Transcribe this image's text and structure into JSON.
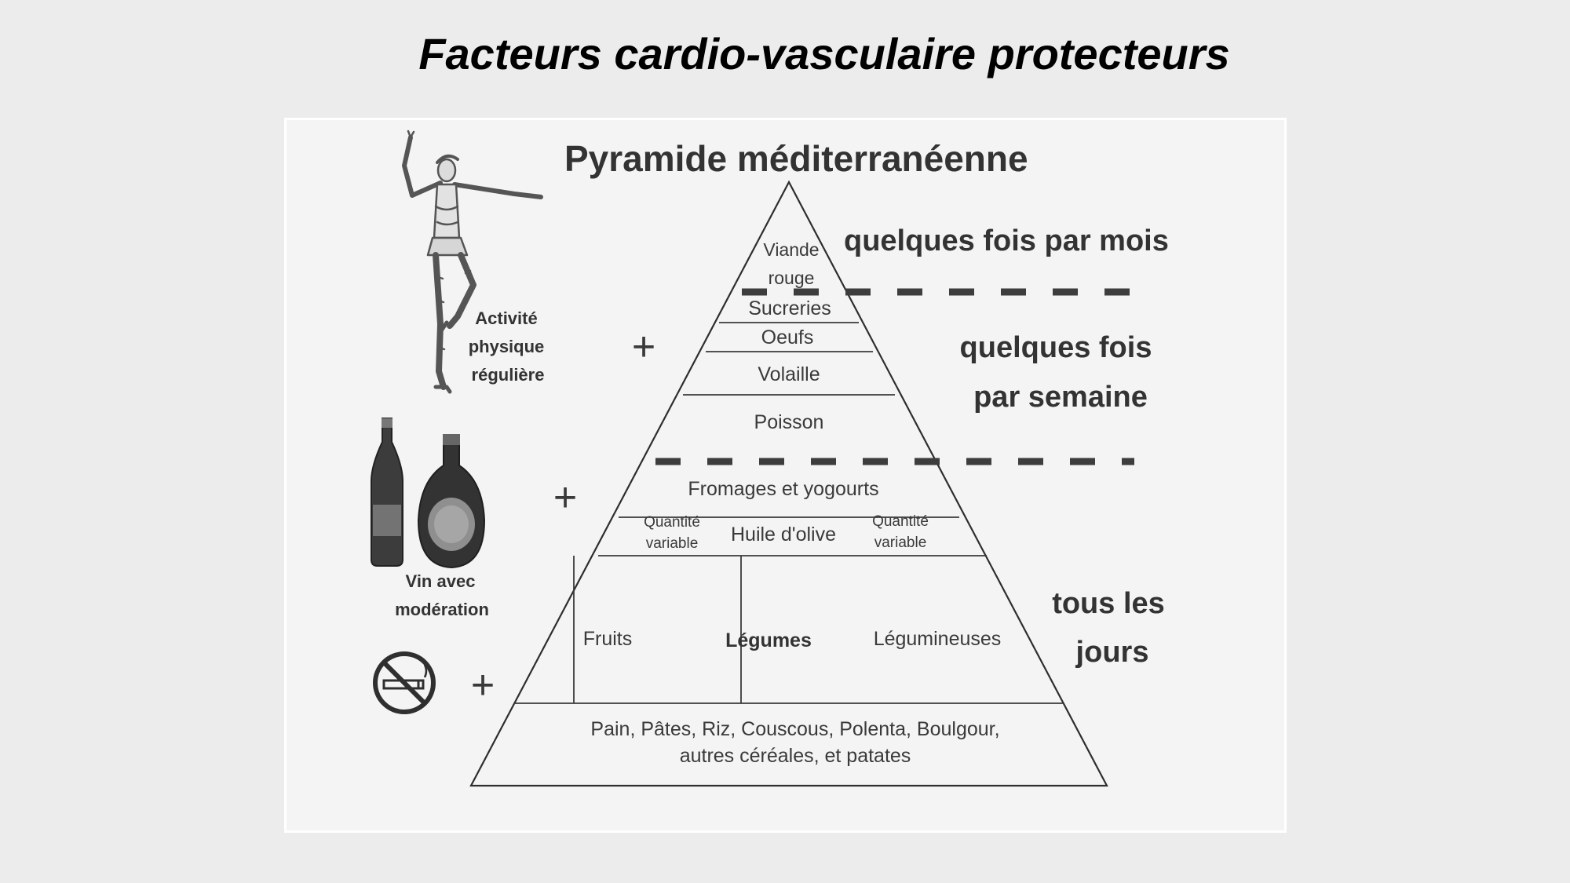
{
  "slide": {
    "title": "Facteurs cardio-vasculaire protecteurs"
  },
  "pyramid": {
    "title": "Pyramide méditerranéenne",
    "tiers": {
      "top": [
        "Viande",
        "rouge"
      ],
      "sweets": "Sucreries",
      "eggs": "Oeufs",
      "poultry": "Volaille",
      "fish": "Poisson",
      "dairy": "Fromages et yogourts",
      "oil": "Huile d'olive",
      "variable_left": [
        "Quantité",
        "variable"
      ],
      "variable_right": [
        "Quantité",
        "variable"
      ],
      "fruits": "Fruits",
      "vegetables": "Légumes",
      "legumes": "Légumineuses",
      "base": [
        "Pain, Pâtes, Riz, Couscous, Polenta, Boulgour,",
        "autres céréales, et patates"
      ]
    },
    "frequencies": {
      "monthly": "quelques fois par mois",
      "weekly": [
        "quelques fois",
        "par semaine"
      ],
      "daily": [
        "tous les",
        "jours"
      ]
    }
  },
  "factors": {
    "activity": [
      "Activité",
      "physique",
      "régulière"
    ],
    "wine": [
      "Vin avec",
      "modération"
    ],
    "plus_sign": "+",
    "activity_icon": "dancer-figure",
    "wine_icon": "wine-bottles",
    "no_smoking_icon": "no-smoking-icon"
  }
}
